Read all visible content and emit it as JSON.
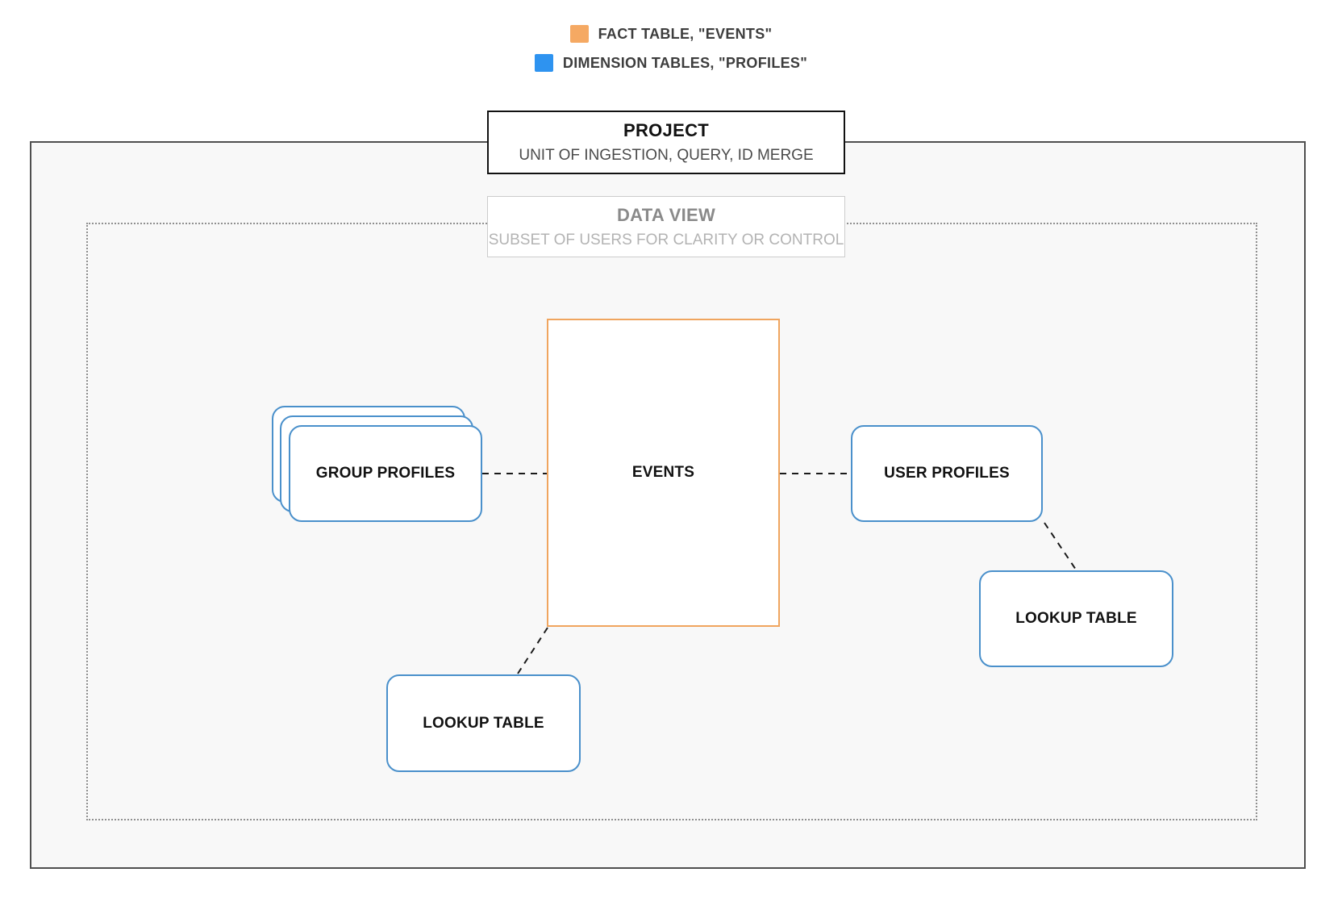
{
  "legend": {
    "items": [
      {
        "name": "fact-table",
        "label": "FACT TABLE, \"EVENTS\"",
        "color": "#f5a963"
      },
      {
        "name": "dimension-tables",
        "label": "DIMENSION TABLES, \"PROFILES\"",
        "color": "#2e93f0"
      }
    ]
  },
  "project": {
    "title": "PROJECT",
    "subtitle": "UNIT OF INGESTION, QUERY, ID MERGE"
  },
  "data_view": {
    "title": "DATA VIEW",
    "subtitle": "SUBSET OF USERS FOR CLARITY OR CONTROL"
  },
  "nodes": {
    "events": {
      "label": "EVENTS"
    },
    "group_profiles": {
      "label": "GROUP PROFILES"
    },
    "user_profiles": {
      "label": "USER PROFILES"
    },
    "lookup_table_right": {
      "label": "LOOKUP TABLE"
    },
    "lookup_table_bottom": {
      "label": "LOOKUP TABLE"
    }
  },
  "colors": {
    "fact_accent": "#f0a55f",
    "dimension_border": "#4a90cb",
    "container_border": "#4f4f4f"
  }
}
